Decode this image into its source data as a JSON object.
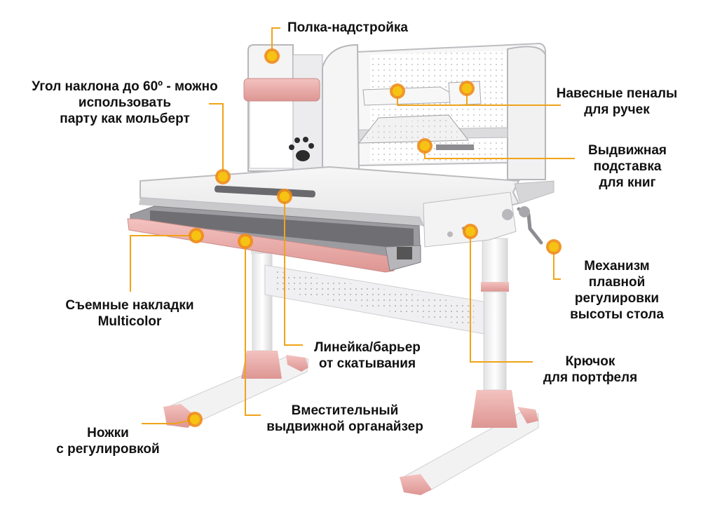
{
  "colors": {
    "accent_line": "#f0a318",
    "marker": "#f6c313",
    "marker_ray": "#f08c14",
    "pink": "#e8a8a6",
    "desk_white": "#f4f4f4",
    "desk_grey": "#c9c9cc"
  },
  "labels": {
    "shelf": [
      "Полка-надстройка"
    ],
    "tilt": [
      "Угол наклона до 60º - можно",
      "использовать",
      "парту как мольберт"
    ],
    "pencil_cases": [
      "Навесные пеналы",
      "для ручек"
    ],
    "book_stand": [
      "Выдвижная",
      "подставка",
      "для книг"
    ],
    "height_mechanism": [
      "Механизм",
      "плавной",
      "регулировки",
      "высоты стола"
    ],
    "bag_hook": [
      "Крючок",
      "для портфеля"
    ],
    "removable_covers": [
      "Съемные накладки",
      "Multicolor"
    ],
    "ruler_barrier": [
      "Линейка/барьер",
      "от скатывания"
    ],
    "organizer": [
      "Вместительный",
      "выдвижной органайзер"
    ],
    "feet": [
      "Ножки",
      "с регулировкой"
    ]
  },
  "marker_icon": "sun-marker-icon"
}
